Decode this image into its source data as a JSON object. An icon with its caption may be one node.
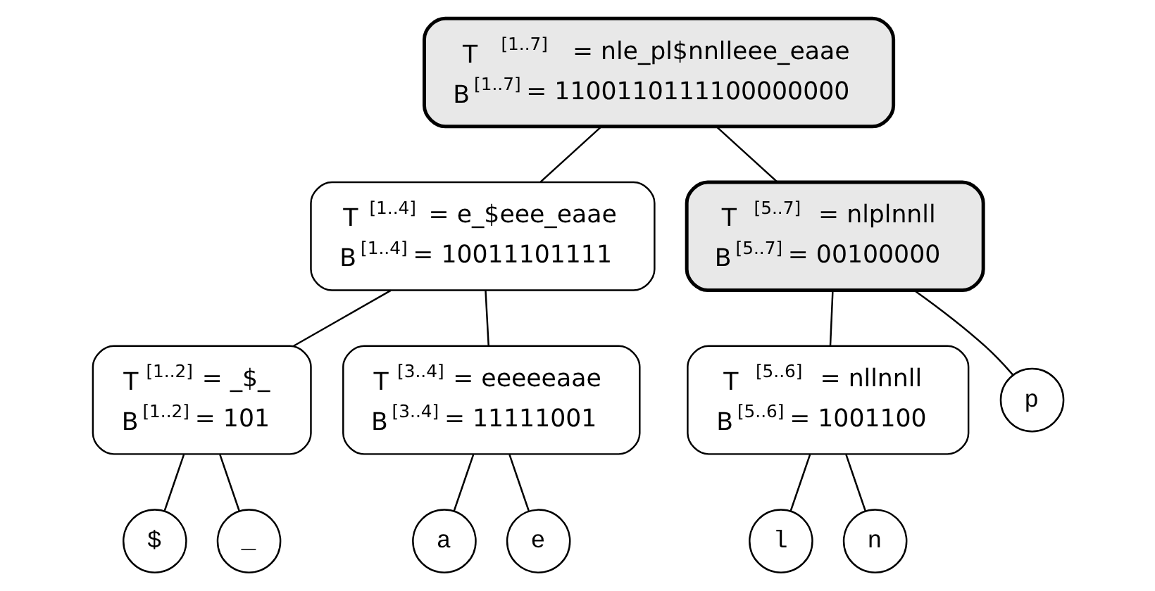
{
  "diagram": {
    "nodes": [
      {
        "text": [
          "T$^{[1..7]}$ = nle_pl$nnlleee_eaae",
          "B$^{[1..7]}$ = 1100110111100000000"
        ]
      },
      {
        "text": [
          "T$^{[1..4]}$ = e_$eee_eaae",
          "B$^{[1..4]}$ = 10011101111"
        ]
      },
      {
        "text": [
          "T$^{[5..7]}$ = nlplnnll",
          "B$^{[5..7]}$ = 00100000"
        ]
      },
      {
        "text": [
          "T$^{[1..2]}$ = _$_",
          "B$^{[1..2]}$ = 101"
        ]
      },
      {
        "text": [
          "T$^{[3..4]}$ = eeeeeaae",
          "B$^{[3..4]}$ = 11111001"
        ]
      },
      {
        "text": [
          "T$^{[5..6]}$ = nllnnll",
          "B$^{[5..6]}$ = 1001100"
        ]
      },
      {
        "text": [
          "p"
        ]
      },
      {
        "text": [
          "$"
        ]
      },
      {
        "text": [
          "_"
        ]
      },
      {
        "text": [
          "a"
        ]
      },
      {
        "text": [
          "e"
        ]
      },
      {
        "text": [
          "l"
        ]
      },
      {
        "text": [
          "n"
        ]
      }
    ],
    "edges": [
      {
        "from": 0,
        "to": 1,
        "arrow": "none"
      },
      {
        "from": 0,
        "to": 2,
        "arrow": "none"
      },
      {
        "from": 1,
        "to": 3,
        "arrow": "none"
      },
      {
        "from": 1,
        "to": 4,
        "arrow": "none"
      },
      {
        "from": 2,
        "to": 5,
        "arrow": "none"
      },
      {
        "from": 2,
        "to": 6,
        "arrow": "none"
      },
      {
        "from": 3,
        "to": 7,
        "arrow": "none"
      },
      {
        "from": 3,
        "to": 8,
        "arrow": "none"
      },
      {
        "from": 4,
        "to": 9,
        "arrow": "none"
      },
      {
        "from": 4,
        "to": 10,
        "arrow": "none"
      },
      {
        "from": 5,
        "to": 11,
        "arrow": "none"
      },
      {
        "from": 5,
        "to": 12,
        "arrow": "none"
      }
    ]
  }
}
